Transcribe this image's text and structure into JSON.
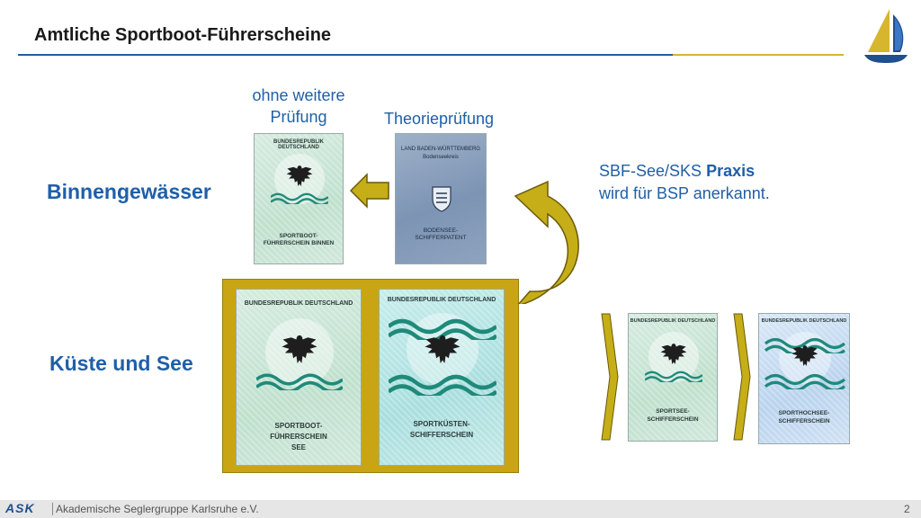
{
  "slide": {
    "title": "Amtliche Sportboot-Führerscheine",
    "labels": {
      "no_exam": "ohne weitere Prüfung",
      "theory_exam": "Theorieprüfung",
      "practice_note_prefix": "SBF-See/SKS ",
      "practice_note_bold": "Praxis",
      "practice_note_rest": "wird für BSP anerkannt."
    },
    "regions": {
      "inland": "Binnengewässer",
      "coast": "Küste und See"
    }
  },
  "cards": {
    "sbf_binnen": {
      "header": "BUNDESREPUBLIK DEUTSCHLAND",
      "name": "SPORTBOOT-\nFÜHRERSCHEIN BINNEN"
    },
    "bsp": {
      "header": "LAND BADEN-WÜRTTEMBERG",
      "subheader": "Bodenseekreis",
      "name": "BODENSEE-\nSCHIFFERPATENT"
    },
    "sbf_see": {
      "header": "BUNDESREPUBLIK DEUTSCHLAND",
      "name": "SPORTBOOT-\nFÜHRERSCHEIN\nSEE"
    },
    "sks": {
      "header": "BUNDESREPUBLIK DEUTSCHLAND",
      "name": "SPORTKÜSTEN-\nSCHIFFERSCHEIN"
    },
    "sss": {
      "header": "BUNDESREPUBLIK DEUTSCHLAND",
      "name": "SPORTSEE-\nSCHIFFERSCHEIN"
    },
    "shs": {
      "header": "BUNDESREPUBLIK DEUTSCHLAND",
      "name": "SPORTHOCHSEE-\nSCHIFFERSCHEIN"
    }
  },
  "footer": {
    "logo": "ASK",
    "org": "Akademische Seglergruppe Karlsruhe e.V.",
    "page": "2"
  },
  "colors": {
    "accent_blue": "#1f5fa8",
    "gold": "#d7b52c",
    "frame_gold": "#c9a514",
    "arrow_fill": "#c5ae17"
  }
}
